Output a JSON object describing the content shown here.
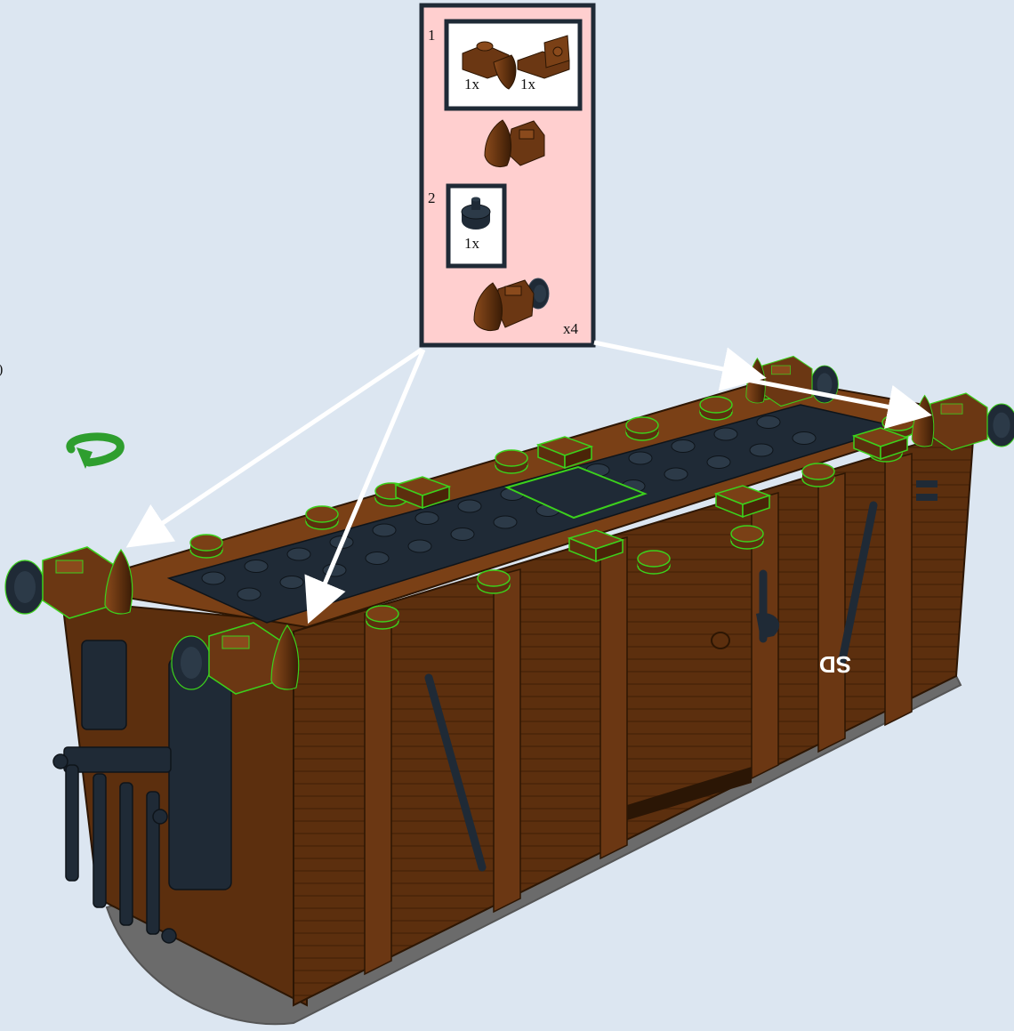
{
  "page": {
    "left_edge_fragment": ")"
  },
  "callout": {
    "background": "#ffcfcf",
    "border": "#1f2a36",
    "step1": {
      "number": "1",
      "parts": [
        {
          "icon": "brown-nose-cone-plate-icon",
          "qty": "1x"
        },
        {
          "icon": "brown-bracket-plate-icon",
          "qty": "1x"
        }
      ]
    },
    "step2": {
      "number": "2",
      "parts": [
        {
          "icon": "dark-round-plate-icon",
          "qty": "1x"
        }
      ]
    },
    "multiplier": "x4"
  },
  "model": {
    "decal_text": "SD",
    "colors": {
      "brown": "#5c2f0e",
      "brown_light": "#7a4016",
      "dark": "#1f2a36",
      "grey": "#6b6b6b",
      "highlight": "#3cd11c"
    }
  },
  "rotate_indicator": {
    "icon": "rotate-model-icon",
    "color": "#2e9e2e"
  }
}
